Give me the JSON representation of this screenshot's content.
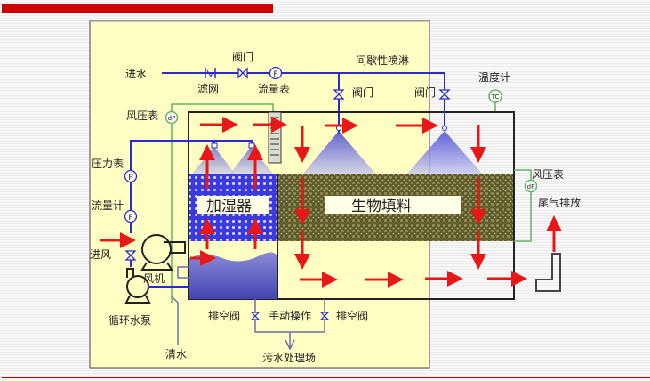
{
  "slide": {
    "accent_color": "#cc0000",
    "diagram_bg": "#ffffc4"
  },
  "diagram": {
    "title_process": "biofilter process flow",
    "labels": {
      "water_inlet": "进水",
      "filter_screen": "滤网",
      "valve_top": "阀门",
      "flow_meter_top": "流量表",
      "intermittent_spray": "间歇性喷淋",
      "spray_valve_1": "阀门",
      "spray_valve_2": "阀门",
      "thermometer": "温度计",
      "air_pressure_gauge_left": "风压表",
      "pressure_gauge": "压力表",
      "flow_meter_left": "流量计",
      "air_inlet": "进风",
      "fan": "风机",
      "circulating_pump": "循环水泵",
      "clean_water": "清水",
      "drain_valve_left": "排空阀",
      "manual_operation": "手动操作",
      "drain_valve_right": "排空阀",
      "sewage_treatment": "污水处理场",
      "humidifier": "加湿器",
      "bio_packing": "生物填料",
      "air_pressure_gauge_right": "风压表",
      "exhaust": "尾气排放"
    },
    "instrument_symbols": {
      "flow": "F",
      "pressure": "P",
      "diff_pressure": "dP",
      "temperature": "TC"
    },
    "colors": {
      "water_pipe": "#2a2ad0",
      "air_arrow": "#e81818",
      "signal_line": "#66b266",
      "humidifier_media": "#3a3ae0",
      "bio_media": "#5e5a2a",
      "drain_pipe": "#6e6ea8"
    }
  }
}
